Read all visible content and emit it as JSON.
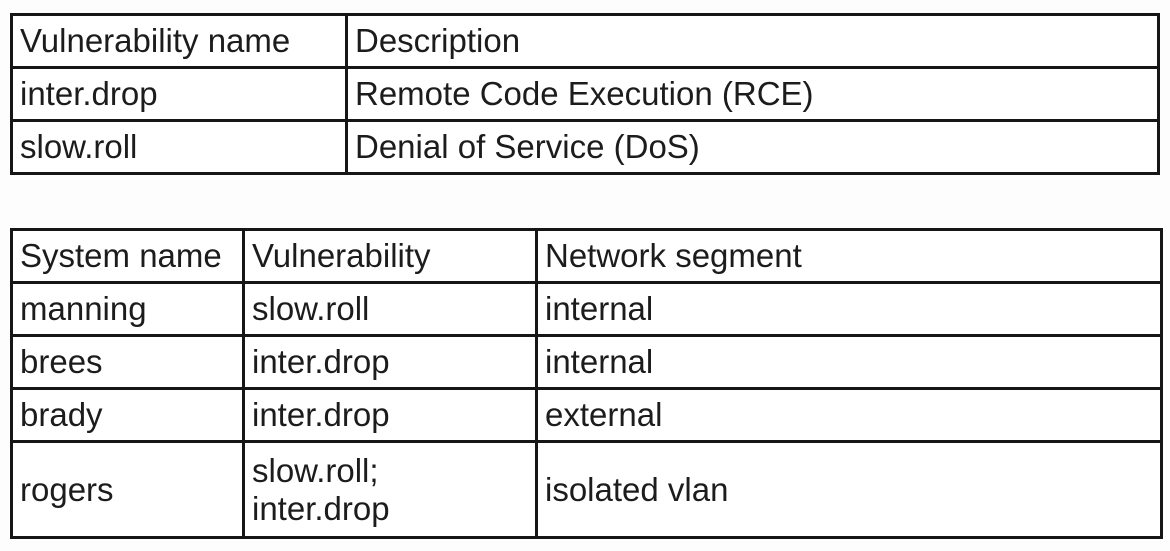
{
  "vulnerability_table": {
    "headers": [
      "Vulnerability name",
      "Description"
    ],
    "rows": [
      [
        "inter.drop",
        "Remote Code Execution (RCE)"
      ],
      [
        "slow.roll",
        "Denial of Service (DoS)"
      ]
    ]
  },
  "system_table": {
    "headers": [
      "System name",
      "Vulnerability",
      "Network segment"
    ],
    "rows": [
      [
        "manning",
        "slow.roll",
        "internal"
      ],
      [
        "brees",
        "inter.drop",
        "internal"
      ],
      [
        "brady",
        "inter.drop",
        "external"
      ],
      [
        "rogers",
        "slow.roll;\ninter.drop",
        "isolated vlan"
      ]
    ]
  },
  "colors": {
    "border": "#161616",
    "text": "#1c1c1c",
    "background": "#fdfdfd"
  }
}
